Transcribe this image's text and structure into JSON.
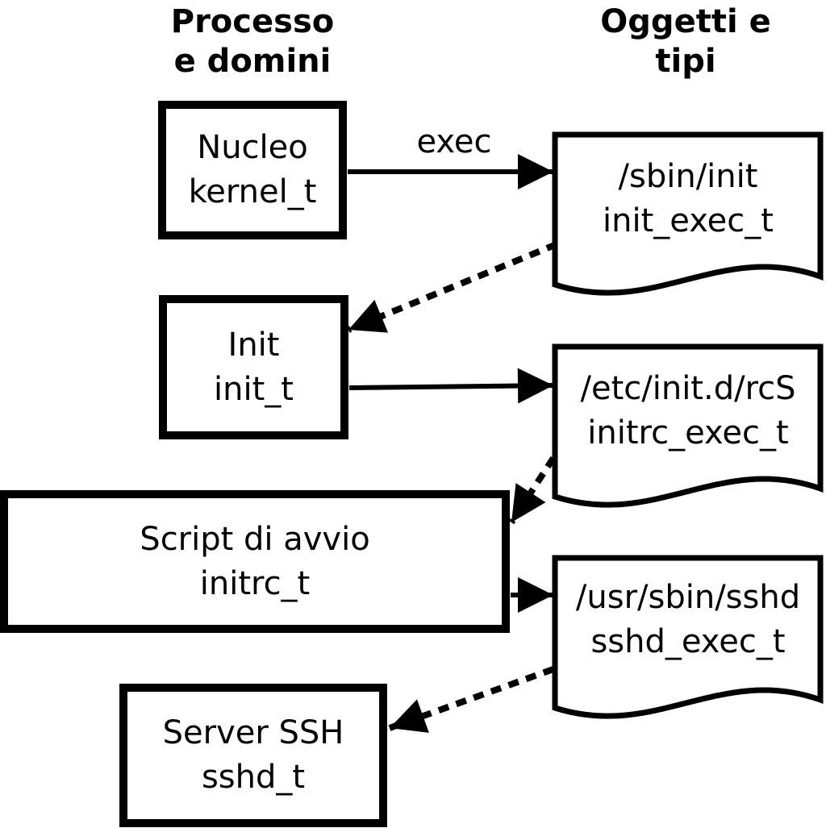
{
  "diagram": {
    "column_headers": {
      "processes": {
        "line1": "Processo",
        "line2": "e domini"
      },
      "objects": {
        "line1": "Oggetti e",
        "line2": "tipi"
      }
    },
    "process_boxes": [
      {
        "name": "Nucleo",
        "type": "kernel_t"
      },
      {
        "name": "Init",
        "type": "init_t"
      },
      {
        "name": "Script di avvio",
        "type": "initrc_t"
      },
      {
        "name": "Server SSH",
        "type": "sshd_t"
      }
    ],
    "object_shapes": [
      {
        "path": "/sbin/init",
        "type": "init_exec_t"
      },
      {
        "path": "/etc/init.d/rcS",
        "type": "initrc_exec_t"
      },
      {
        "path": "/usr/sbin/sshd",
        "type": "sshd_exec_t"
      }
    ],
    "arrows": {
      "exec_label": "exec",
      "solid": [
        {
          "from": "kernel_t",
          "to": "init_exec_t",
          "label": "exec"
        },
        {
          "from": "init_t",
          "to": "initrc_exec_t",
          "label": ""
        },
        {
          "from": "initrc_t",
          "to": "sshd_exec_t",
          "label": ""
        }
      ],
      "dotted": [
        {
          "from": "init_exec_t",
          "to": "init_t"
        },
        {
          "from": "initrc_exec_t",
          "to": "initrc_t"
        },
        {
          "from": "sshd_exec_t",
          "to": "sshd_t"
        }
      ]
    },
    "colors": {
      "line": "#000000",
      "background": "#ffffff"
    }
  }
}
